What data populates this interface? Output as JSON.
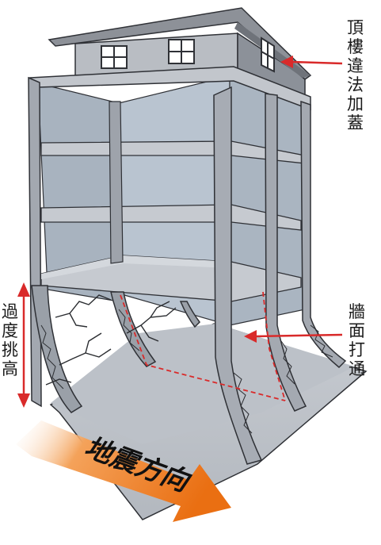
{
  "labels": {
    "rooftop": "頂樓違法加蓋",
    "wall": "牆面打通",
    "height": "過度挑高",
    "quake": "地震方向"
  },
  "colors": {
    "red": "#d92a2a",
    "orange": "#ee7a1f",
    "concrete_light": "#c9ccd2",
    "concrete_mid": "#a9adb4",
    "concrete_dark": "#7c8088",
    "inner_wall": "#b7c2cf",
    "outline": "#2f3136"
  }
}
